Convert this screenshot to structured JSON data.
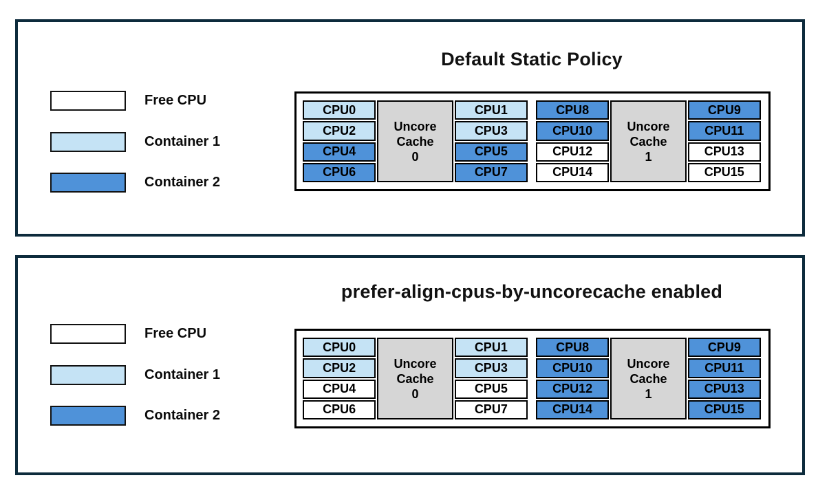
{
  "colors": {
    "panel_border": "#0d2b3c",
    "free": "#ffffff",
    "c1": "#c5e3f5",
    "c2": "#4f92d9",
    "cache": "#d6d6d6"
  },
  "legend": [
    {
      "label": "Free CPU",
      "type": "free"
    },
    {
      "label": "Container 1",
      "type": "c1"
    },
    {
      "label": "Container 2",
      "type": "c2"
    }
  ],
  "panels": [
    {
      "title": "Default Static Policy",
      "groups": [
        {
          "cache_lines": [
            "Uncore",
            "Cache",
            "0"
          ],
          "left": [
            {
              "label": "CPU0",
              "type": "c1"
            },
            {
              "label": "CPU2",
              "type": "c1"
            },
            {
              "label": "CPU4",
              "type": "c2"
            },
            {
              "label": "CPU6",
              "type": "c2"
            }
          ],
          "right": [
            {
              "label": "CPU1",
              "type": "c1"
            },
            {
              "label": "CPU3",
              "type": "c1"
            },
            {
              "label": "CPU5",
              "type": "c2"
            },
            {
              "label": "CPU7",
              "type": "c2"
            }
          ]
        },
        {
          "cache_lines": [
            "Uncore",
            "Cache",
            "1"
          ],
          "left": [
            {
              "label": "CPU8",
              "type": "c2"
            },
            {
              "label": "CPU10",
              "type": "c2"
            },
            {
              "label": "CPU12",
              "type": "free"
            },
            {
              "label": "CPU14",
              "type": "free"
            }
          ],
          "right": [
            {
              "label": "CPU9",
              "type": "c2"
            },
            {
              "label": "CPU11",
              "type": "c2"
            },
            {
              "label": "CPU13",
              "type": "free"
            },
            {
              "label": "CPU15",
              "type": "free"
            }
          ]
        }
      ]
    },
    {
      "title": "prefer-align-cpus-by-uncorecache enabled",
      "groups": [
        {
          "cache_lines": [
            "Uncore",
            "Cache",
            "0"
          ],
          "left": [
            {
              "label": "CPU0",
              "type": "c1"
            },
            {
              "label": "CPU2",
              "type": "c1"
            },
            {
              "label": "CPU4",
              "type": "free"
            },
            {
              "label": "CPU6",
              "type": "free"
            }
          ],
          "right": [
            {
              "label": "CPU1",
              "type": "c1"
            },
            {
              "label": "CPU3",
              "type": "c1"
            },
            {
              "label": "CPU5",
              "type": "free"
            },
            {
              "label": "CPU7",
              "type": "free"
            }
          ]
        },
        {
          "cache_lines": [
            "Uncore",
            "Cache",
            "1"
          ],
          "left": [
            {
              "label": "CPU8",
              "type": "c2"
            },
            {
              "label": "CPU10",
              "type": "c2"
            },
            {
              "label": "CPU12",
              "type": "c2"
            },
            {
              "label": "CPU14",
              "type": "c2"
            }
          ],
          "right": [
            {
              "label": "CPU9",
              "type": "c2"
            },
            {
              "label": "CPU11",
              "type": "c2"
            },
            {
              "label": "CPU13",
              "type": "c2"
            },
            {
              "label": "CPU15",
              "type": "c2"
            }
          ]
        }
      ]
    }
  ]
}
